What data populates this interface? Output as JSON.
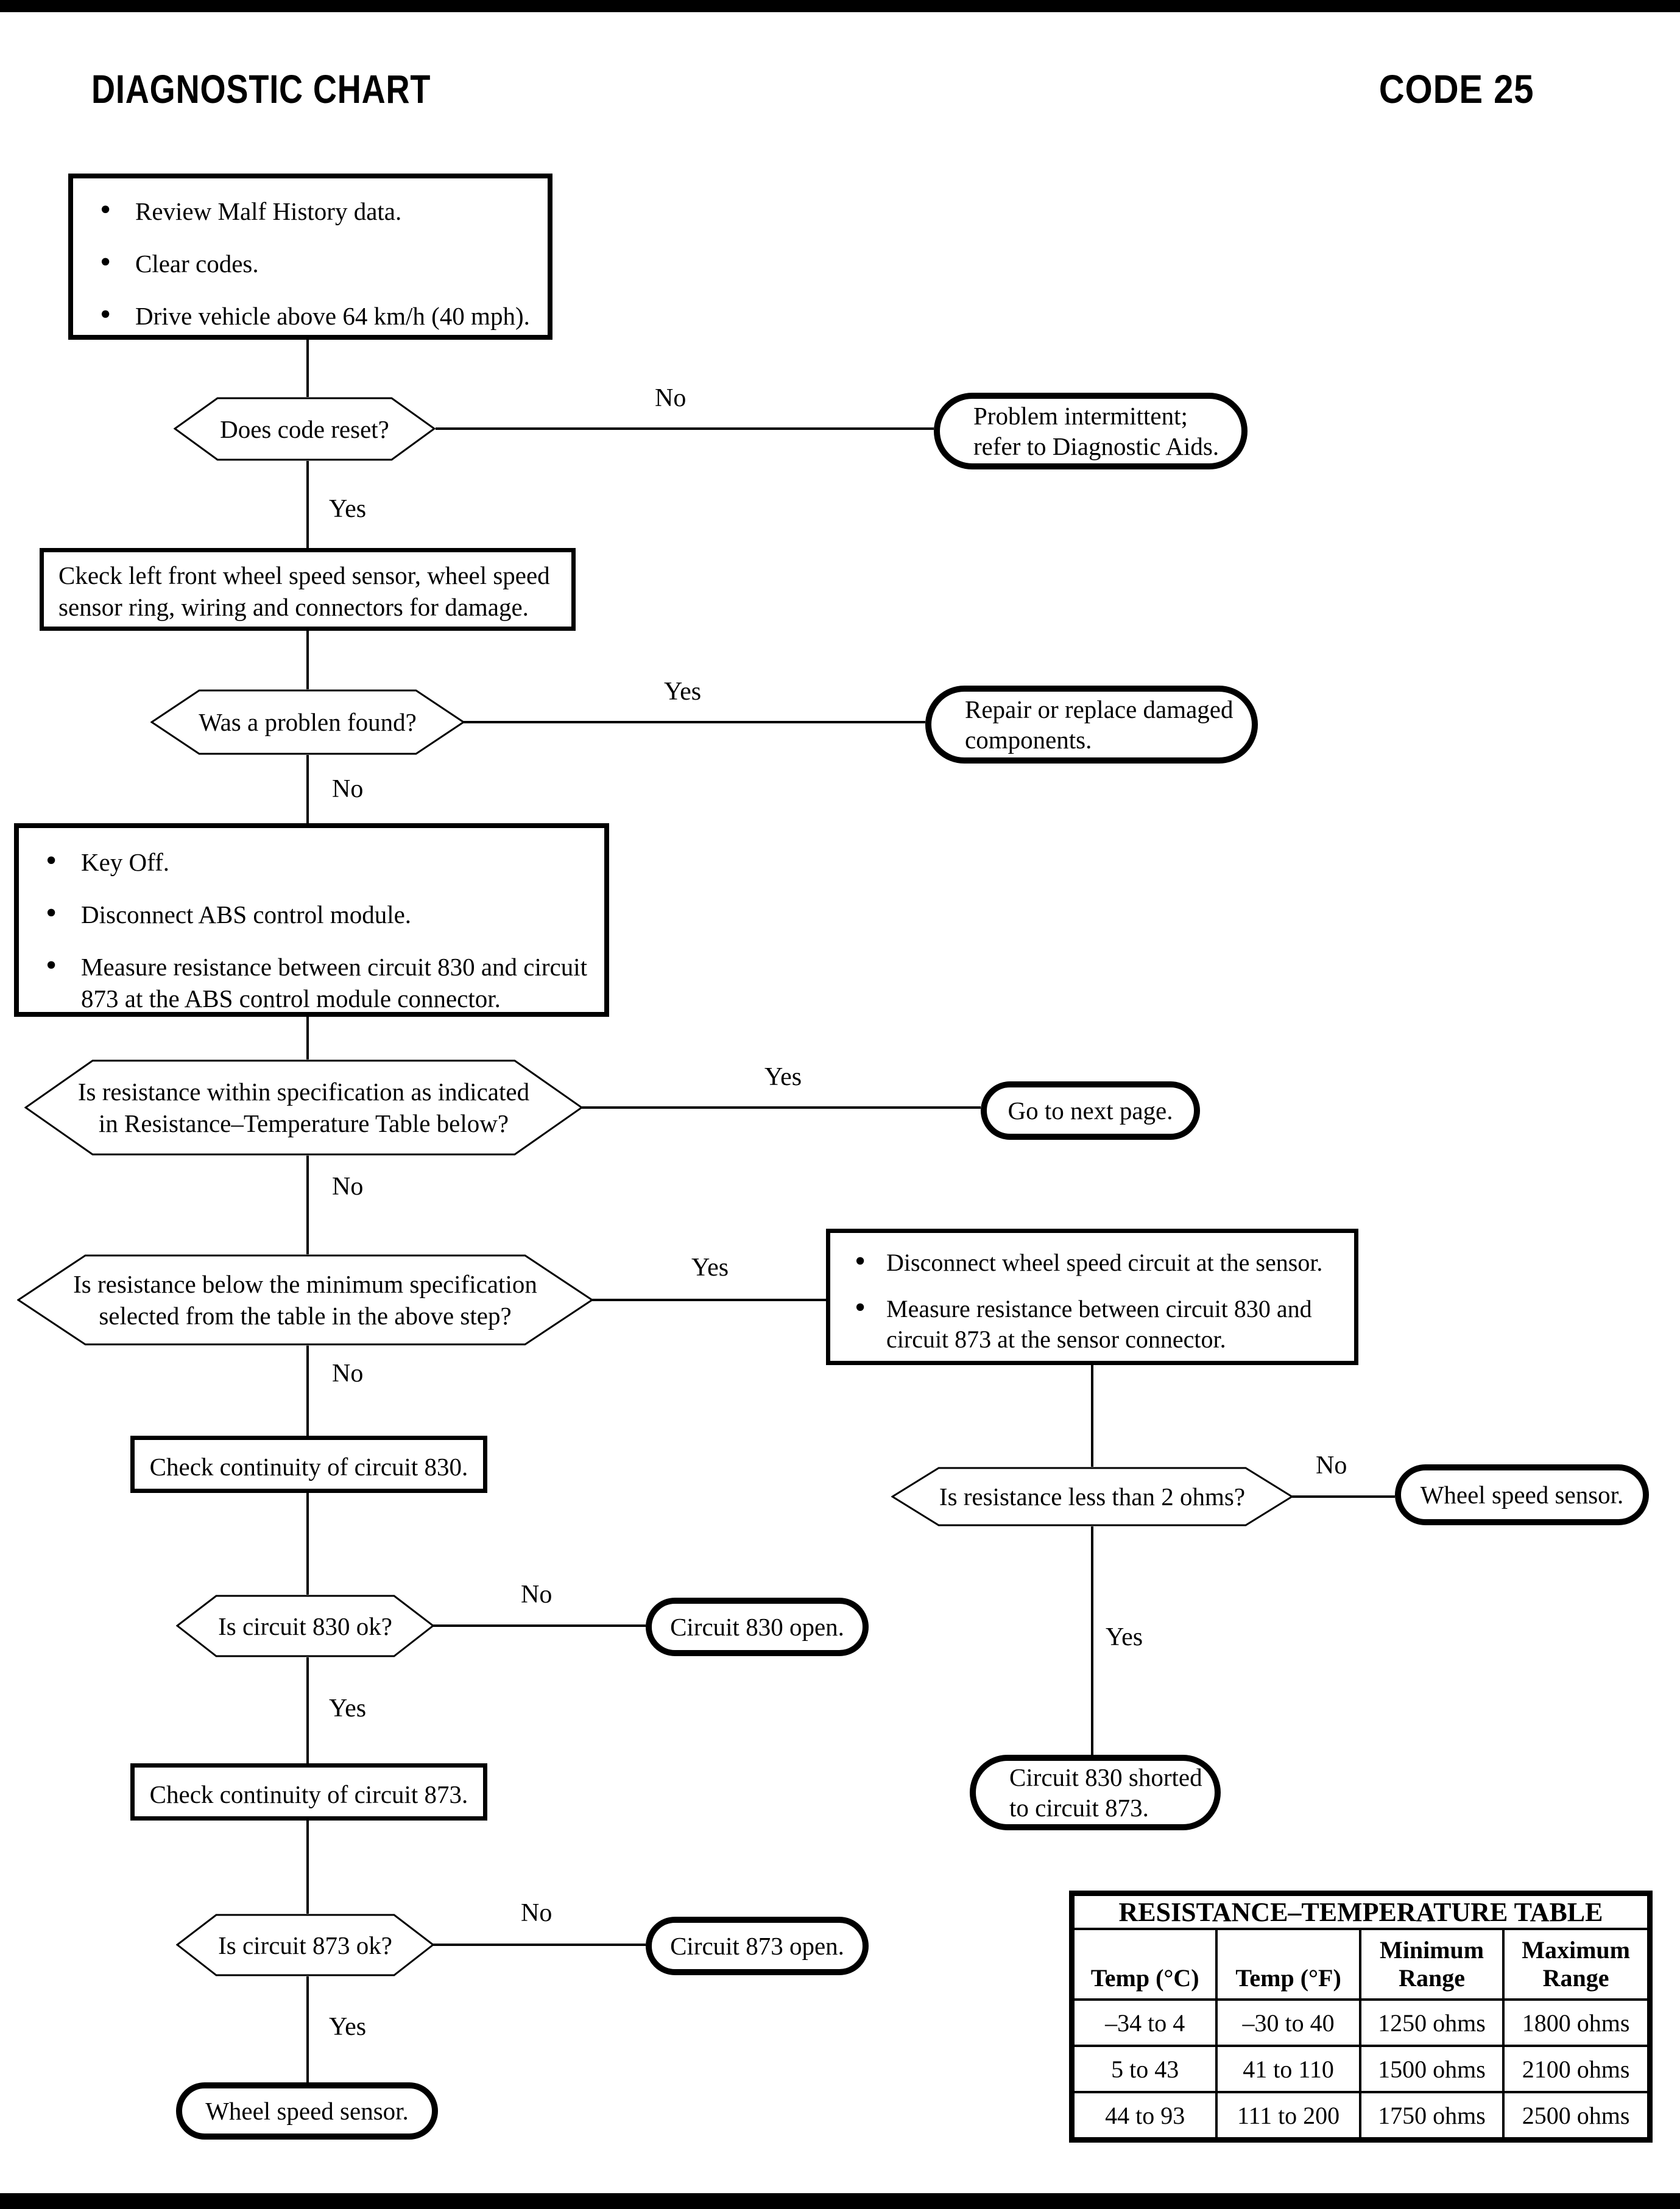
{
  "header": {
    "title": "DIAGNOSTIC CHART",
    "code": "CODE 25"
  },
  "flow": {
    "start_box": {
      "items": [
        "Review Malf History data.",
        "Clear codes.",
        "Drive vehicle above 64 km/h (40 mph)."
      ]
    },
    "code_reset": {
      "question": "Does code reset?",
      "no": "No",
      "yes": "Yes"
    },
    "problem_intermittent": {
      "line1": "Problem intermittent;",
      "line2": "refer to Diagnostic Aids."
    },
    "check_sensor_box": {
      "line1": "Ckeck left front wheel speed sensor, wheel speed",
      "line2": "sensor ring, wiring and connectors for damage."
    },
    "problem_found": {
      "question": "Was a problen found?",
      "yes": "Yes",
      "no": "No"
    },
    "repair_replace": {
      "line1": "Repair or replace damaged",
      "line2": "components."
    },
    "key_off_box": {
      "items": [
        "Key Off.",
        "Disconnect ABS control module.",
        "Measure resistance between circuit 830 and circuit 873 at the ABS control module connector."
      ]
    },
    "within_spec": {
      "line1": "Is resistance within specification as indicated",
      "line2": "in Resistance–Temperature Table below?",
      "yes": "Yes",
      "no": "No"
    },
    "go_next_page": {
      "text": "Go to next page."
    },
    "below_min": {
      "line1": "Is resistance below the minimum specification",
      "line2": "selected from the table in the above step?",
      "yes": "Yes",
      "no": "No"
    },
    "sensor_box": {
      "items": [
        "Disconnect wheel speed circuit at the sensor.",
        "Measure resistance between circuit 830 and circuit 873 at the sensor connector."
      ]
    },
    "check_830_box": {
      "text": "Check continuity of circuit 830."
    },
    "less_2_ohms": {
      "question": "Is resistance less than 2 ohms?",
      "no": "No",
      "yes": "Yes"
    },
    "wheel_speed_sensor_right": {
      "text": "Wheel speed sensor."
    },
    "circuit_830_ok": {
      "question": "Is circuit 830 ok?",
      "no": "No",
      "yes": "Yes"
    },
    "circuit_830_open": {
      "text": "Circuit 830 open."
    },
    "circuit_830_shorted": {
      "line1": "Circuit 830 shorted",
      "line2": "to circuit 873."
    },
    "check_873_box": {
      "text": "Check continuity of circuit 873."
    },
    "circuit_873_ok": {
      "question": "Is circuit 873 ok?",
      "no": "No",
      "yes": "Yes"
    },
    "circuit_873_open": {
      "text": "Circuit 873 open."
    },
    "wheel_speed_sensor_bottom": {
      "text": "Wheel speed sensor."
    }
  },
  "table": {
    "title": "RESISTANCE–TEMPERATURE TABLE",
    "headers": [
      "Temp (°C)",
      "Temp (°F)",
      "Minimum Range",
      "Maximum Range"
    ],
    "rows": [
      [
        "–34 to 4",
        "–30 to 40",
        "1250 ohms",
        "1800 ohms"
      ],
      [
        "5 to 43",
        "41 to 110",
        "1500 ohms",
        "2100 ohms"
      ],
      [
        "44 to 93",
        "111 to 200",
        "1750 ohms",
        "2500 ohms"
      ]
    ]
  }
}
